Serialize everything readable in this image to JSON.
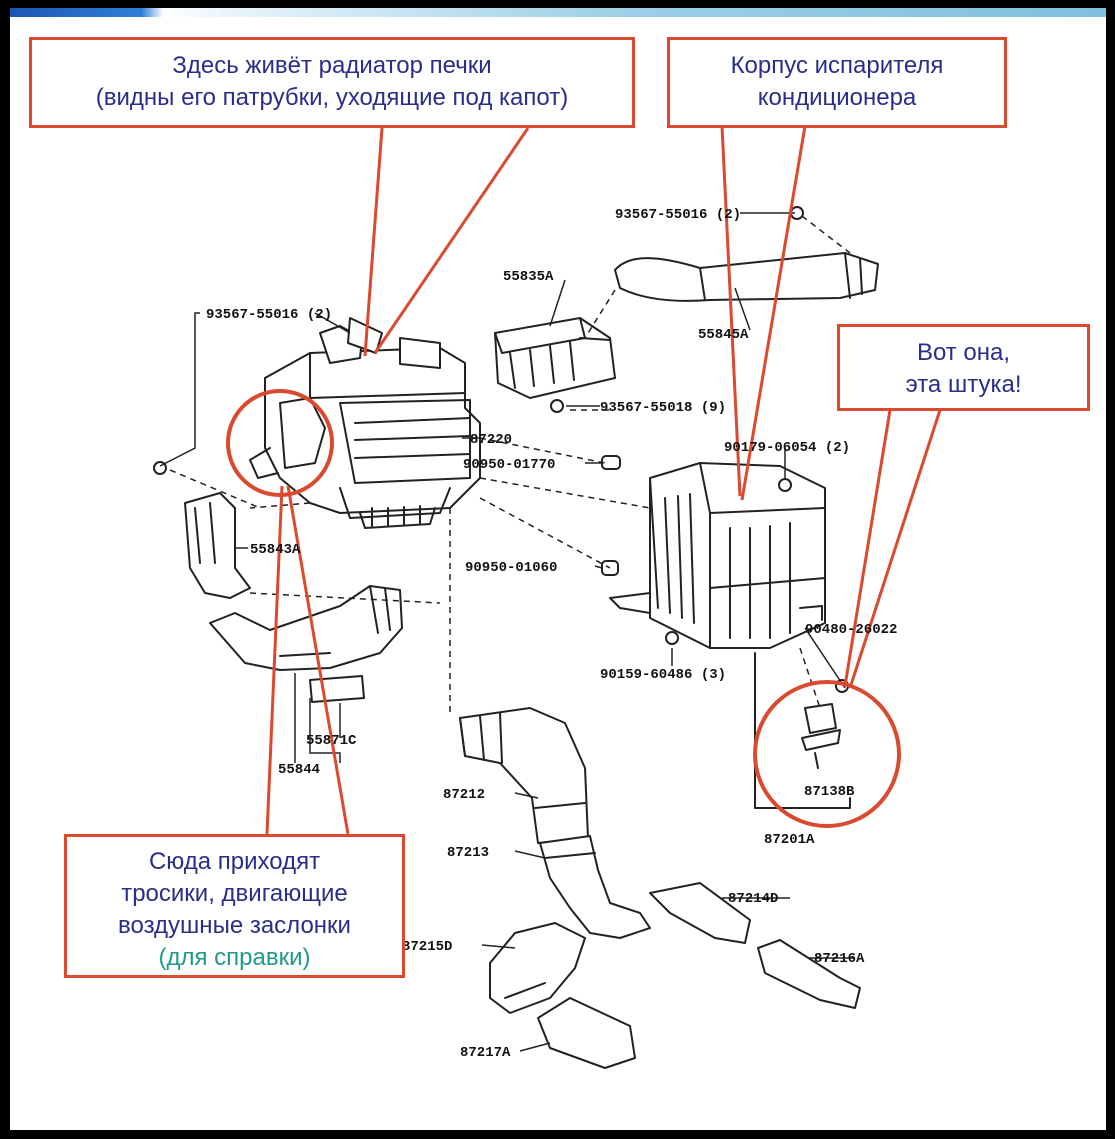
{
  "callouts": {
    "heater": {
      "line1": "Здесь живёт радиатор печки",
      "line2": "(видны его патрубки, уходящие под капот)"
    },
    "evaporator": {
      "line1": "Корпус испарителя",
      "line2": "кондиционера"
    },
    "thing": {
      "line1": "Вот она,",
      "line2": "эта штука!"
    },
    "cables": {
      "line1": "Сюда приходят",
      "line2": "тросики, двигающие",
      "line3": "воздушные заслонки",
      "line4": "(для справки)"
    }
  },
  "parts": {
    "p1": "93567-55016 (2)",
    "p2": "55835A",
    "p3": "93567-55016 (2)",
    "p4": "55845A",
    "p5": "93567-55018 (9)",
    "p6": "87220",
    "p7": "90950-01770",
    "p8": "90179-06054 (2)",
    "p9": "55843A",
    "p10": "90950-01060",
    "p11": "90480-26022",
    "p12": "90159-60486 (3)",
    "p13": "55871C",
    "p14": "55844",
    "p15": "87212",
    "p16": "87138B",
    "p17": "87201A",
    "p18": "87213",
    "p19": "87214D",
    "p20": "87215D",
    "p21": "87216A",
    "p22": "87217A"
  },
  "colors": {
    "callout_border": "#d94a2f",
    "callout_text": "#2b2d8a",
    "reference_text": "#1f9a8a",
    "highlight_circle": "#d94a2f"
  }
}
